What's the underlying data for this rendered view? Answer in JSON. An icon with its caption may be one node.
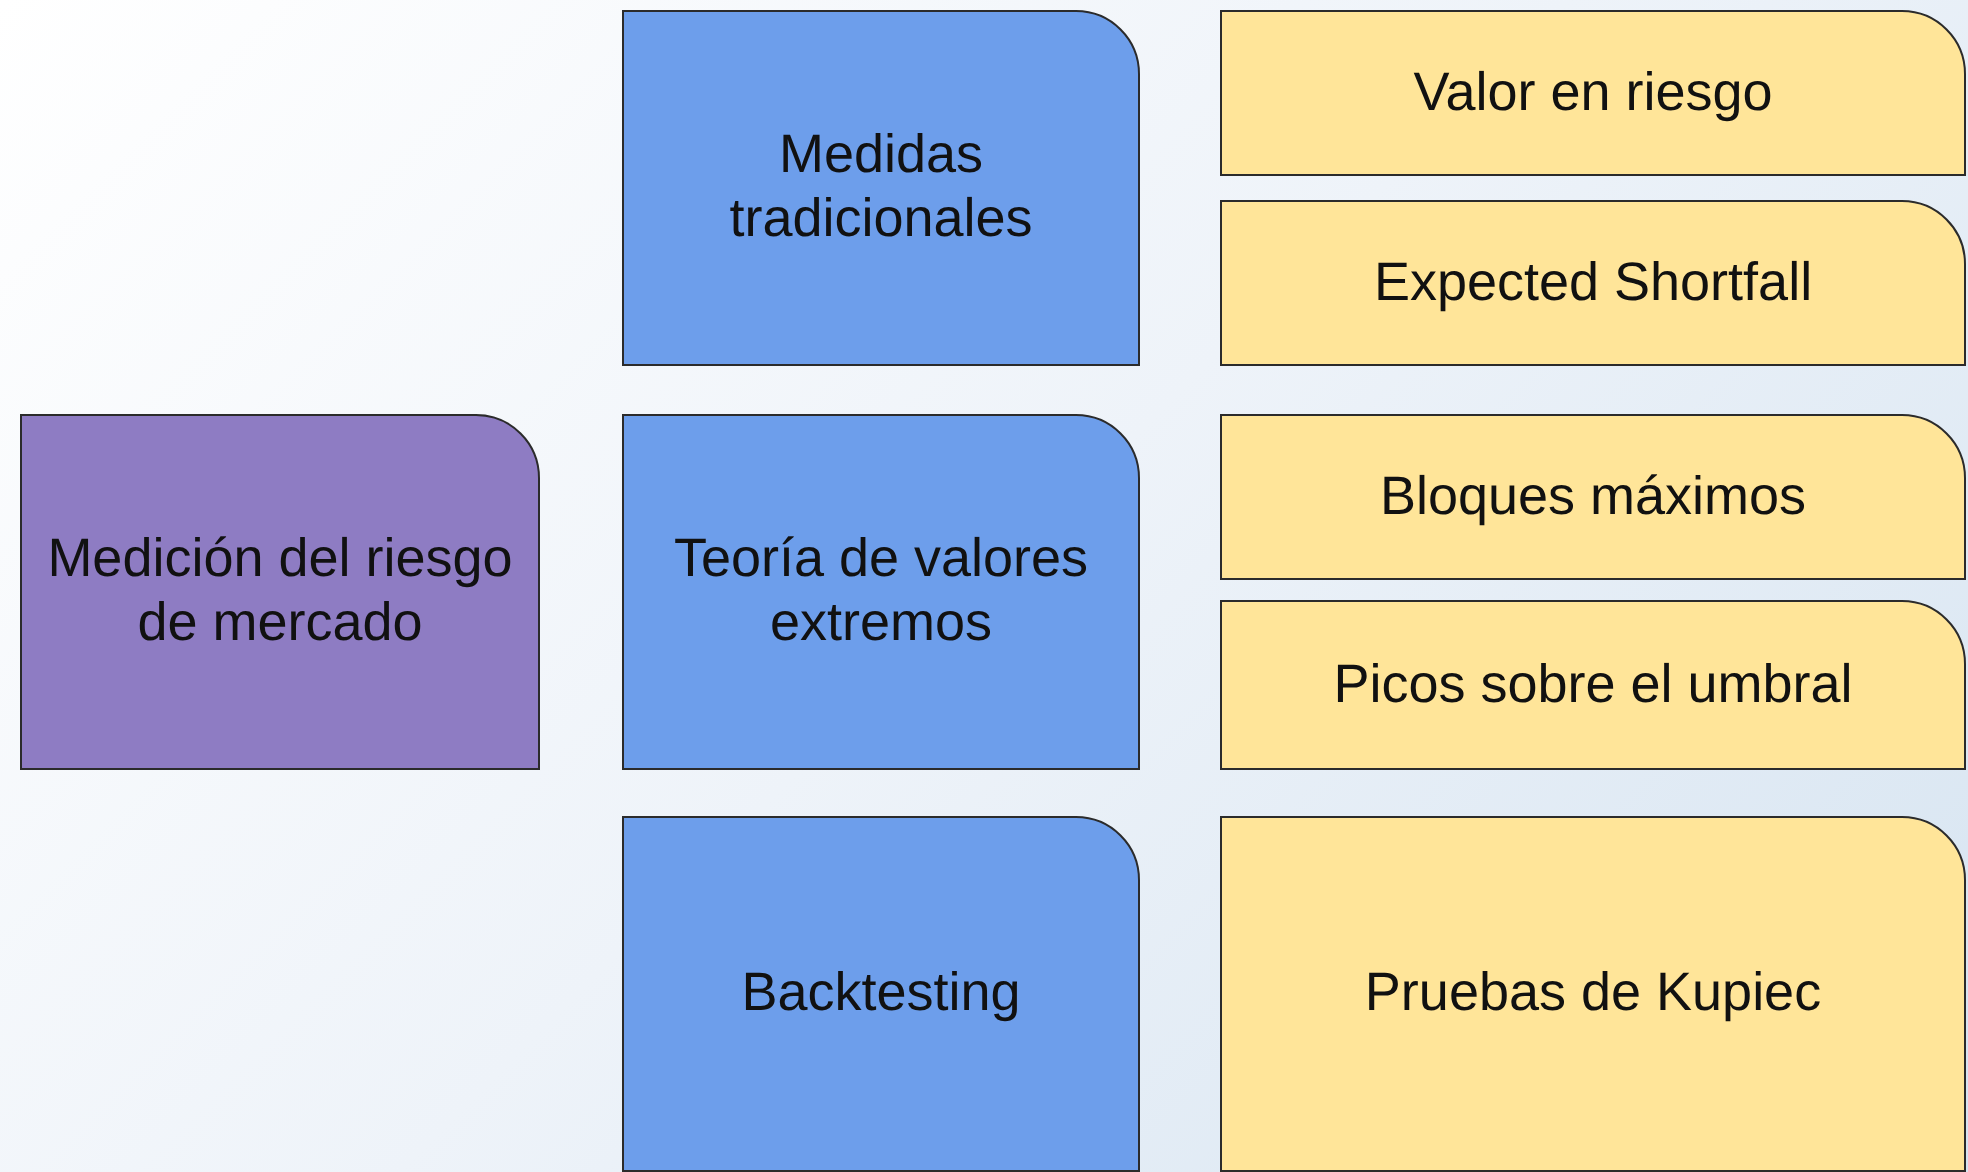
{
  "diagram": {
    "nodes": [
      {
        "text": [
          "Medición del riesgo de mercado"
        ]
      },
      {
        "text": [
          "Medidas tradicionales"
        ]
      },
      {
        "text": [
          "Teoría de valores extremos"
        ]
      },
      {
        "text": [
          "Backtesting"
        ]
      },
      {
        "text": [
          "Valor en riesgo"
        ]
      },
      {
        "text": [
          "Expected Shortfall"
        ]
      },
      {
        "text": [
          "Bloques máximos"
        ]
      },
      {
        "text": [
          "Picos sobre el umbral"
        ]
      },
      {
        "text": [
          "Pruebas de Kupiec"
        ]
      }
    ]
  }
}
